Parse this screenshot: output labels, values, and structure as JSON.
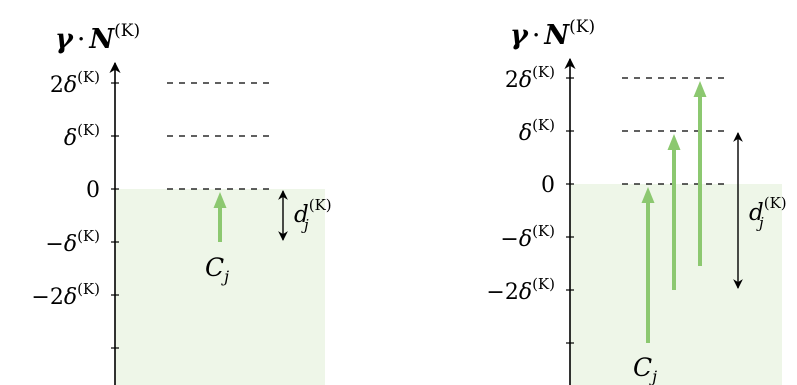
{
  "colors": {
    "shade": "#eef6e8",
    "arrow": "#8cc870",
    "ink": "#000000"
  },
  "left_panel": {
    "axis_title": {
      "gamma": "γ",
      "dot": "·",
      "n": "N",
      "sup": "(K)"
    },
    "ticks": [
      {
        "coef": "2",
        "minus": "",
        "sym": "δ",
        "sup": "(K)"
      },
      {
        "coef": "",
        "minus": "",
        "sym": "δ",
        "sup": "(K)"
      },
      {
        "coef": "0",
        "minus": "",
        "sym": "",
        "sup": ""
      },
      {
        "coef": "",
        "minus": "−",
        "sym": "δ",
        "sup": "(K)"
      },
      {
        "coef": "2",
        "minus": "−",
        "sym": "δ",
        "sup": "(K)"
      }
    ],
    "arrow_label": {
      "sym": "C",
      "sub": "j"
    },
    "distance_label": {
      "sym": "d",
      "sub": "j",
      "sup": "(K)"
    }
  },
  "right_panel": {
    "axis_title": {
      "gamma": "γ",
      "dot": "·",
      "n": "N",
      "sup": "(K)"
    },
    "ticks": [
      {
        "coef": "2",
        "minus": "",
        "sym": "δ",
        "sup": "(K)"
      },
      {
        "coef": "",
        "minus": "",
        "sym": "δ",
        "sup": "(K)"
      },
      {
        "coef": "0",
        "minus": "",
        "sym": "",
        "sup": ""
      },
      {
        "coef": "",
        "minus": "−",
        "sym": "δ",
        "sup": "(K)"
      },
      {
        "coef": "2",
        "minus": "−",
        "sym": "δ",
        "sup": "(K)"
      }
    ],
    "arrow_label": {
      "sym": "C",
      "sub": "j"
    },
    "distance_label": {
      "sym": "d",
      "sub": "j",
      "sup": "(K)"
    }
  }
}
